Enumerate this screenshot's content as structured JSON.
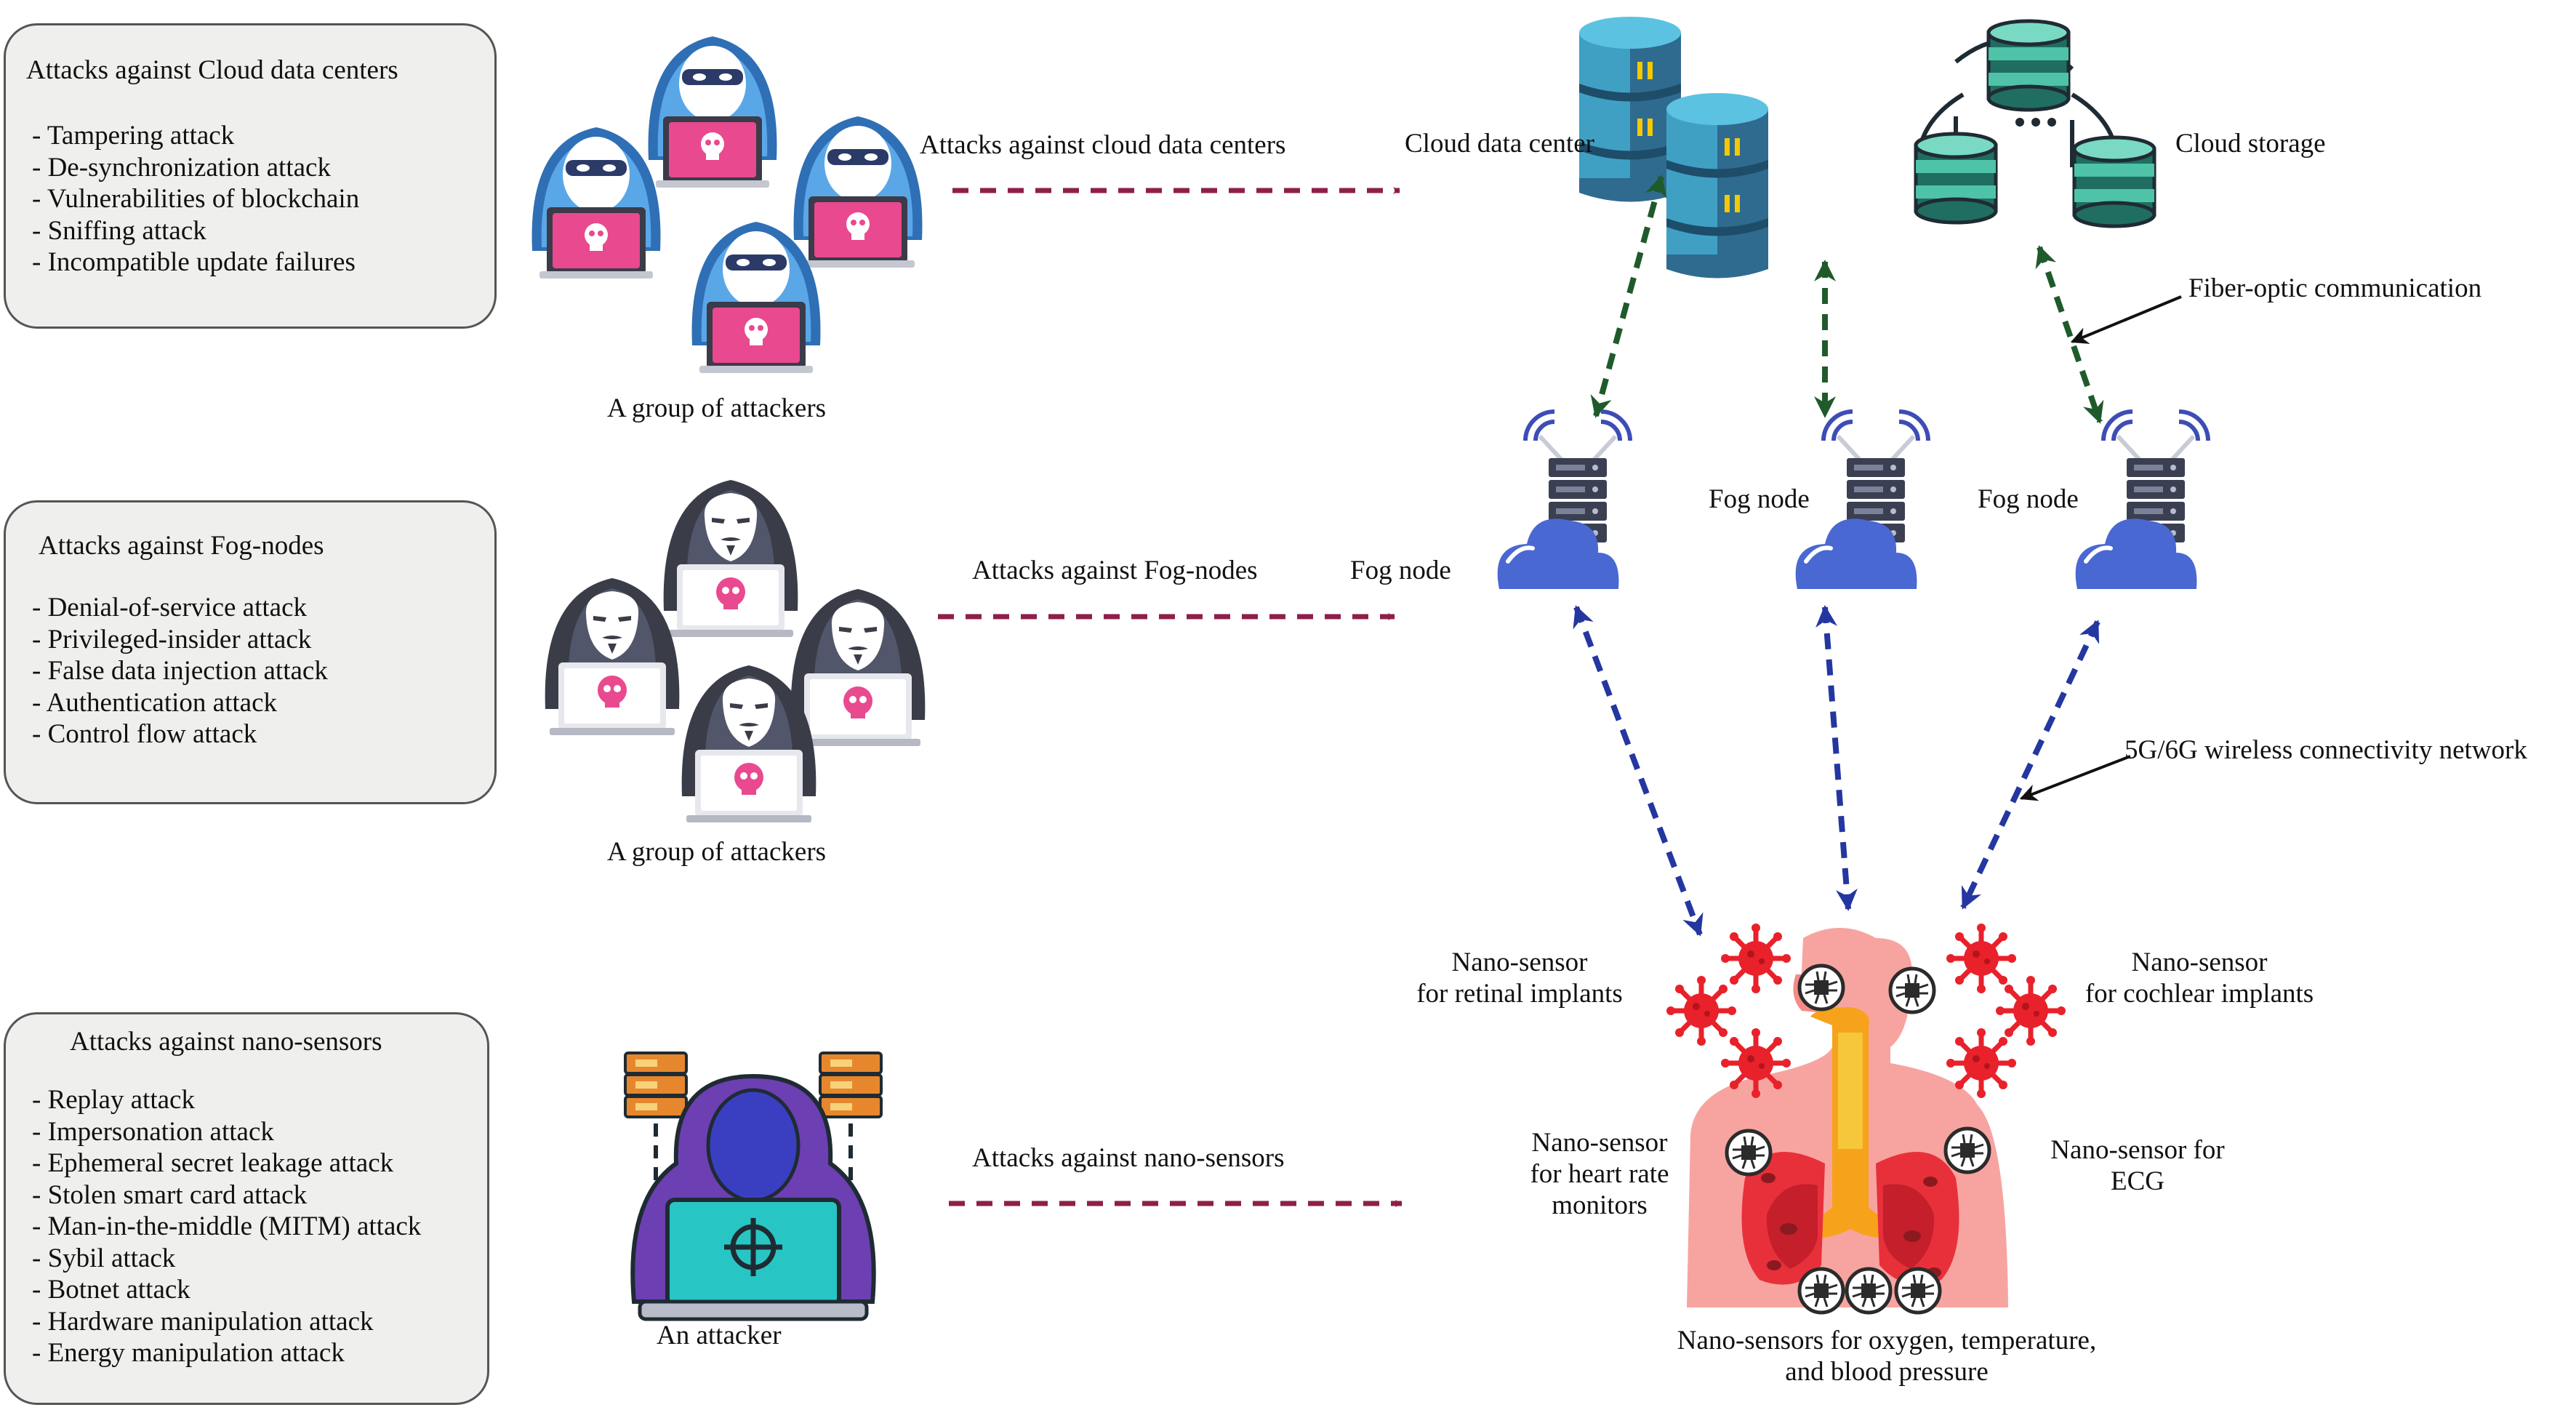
{
  "panels": {
    "cloud": {
      "title": "Attacks against Cloud data centers",
      "items": [
        "- Tampering attack",
        "- De-synchronization attack",
        "- Vulnerabilities of blockchain",
        "- Sniffing attack",
        "- Incompatible update failures"
      ]
    },
    "fog": {
      "title": "Attacks against Fog-nodes",
      "items": [
        "- Denial-of-service attack",
        "- Privileged-insider attack",
        "- False data injection attack",
        "- Authentication attack",
        "- Control flow attack"
      ]
    },
    "nano": {
      "title": "Attacks against nano-sensors",
      "items": [
        "- Replay attack",
        "- Impersonation attack",
        "- Ephemeral secret leakage attack",
        "- Stolen smart card attack",
        "- Man-in-the-middle (MITM) attack",
        "- Sybil attack",
        "- Botnet attack",
        "- Hardware manipulation attack",
        "- Energy manipulation attack"
      ]
    }
  },
  "attackers": {
    "group1": "A group of attackers",
    "group2": "A group of attackers",
    "single": "An attacker"
  },
  "arrows": {
    "cloud": "Attacks against cloud data centers",
    "fog": "Attacks against Fog-nodes",
    "nano": "Attacks against nano-sensors"
  },
  "infrastructure": {
    "cloud_data_center": "Cloud data center",
    "cloud_storage": "Cloud storage",
    "fiber": "Fiber-optic communication",
    "fog_node_1": "Fog node",
    "fog_node_2": "Fog node",
    "fog_node_3": "Fog node",
    "wireless": "5G/6G wireless connectivity network"
  },
  "sensors": {
    "retinal": [
      "Nano-sensor",
      "for retinal implants"
    ],
    "cochlear": [
      "Nano-sensor",
      "for cochlear implants"
    ],
    "heart": [
      "Nano-sensor",
      "for heart rate",
      "monitors"
    ],
    "ecg": [
      "Nano-sensor for",
      "ECG"
    ],
    "oxygen": [
      "Nano-sensors for oxygen, temperature,",
      "and blood pressure"
    ]
  },
  "colors": {
    "attack_arrow": "#8e1f4a",
    "fiber_arrow": "#1f5a2b",
    "wireless_arrow": "#2436a0",
    "panel_fill": "#efefed",
    "hacker_hood": "#5aa7e8",
    "laptop_pink": "#e9498f",
    "virus_red": "#e8212b",
    "body_pink": "#f7a4a0"
  }
}
